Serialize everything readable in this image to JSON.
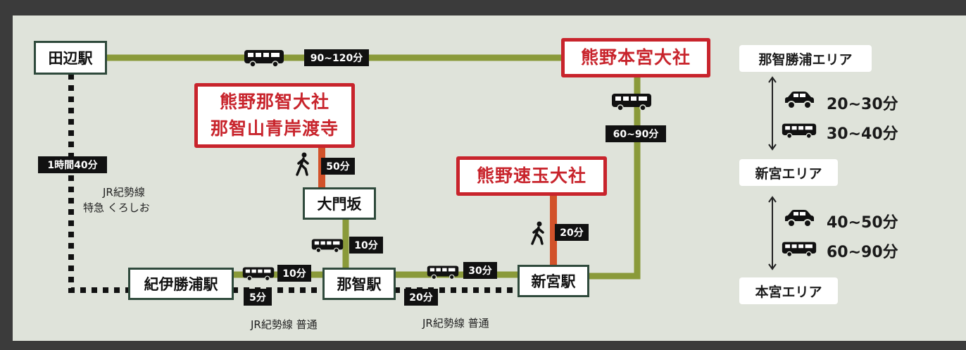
{
  "stations": {
    "tanabe": "田辺駅",
    "kiikatsuura": "紀伊勝浦駅",
    "nachi": "那智駅",
    "shingu": "新宮駅",
    "daimonzaka": "大門坂"
  },
  "shrines": {
    "hongu": "熊野本宮大社",
    "nachi_line1": "熊野那智大社",
    "nachi_line2": "那智山青岸渡寺",
    "hayatama": "熊野速玉大社"
  },
  "times": {
    "tanabe_hongu_bus": "90~120分",
    "hongu_shingu_bus": "60~90分",
    "jr_tanabe_katsuura": "1時間40分",
    "walk_daimonzaka_nachitaisha": "50分",
    "bus_nachi_daimonzaka": "10分",
    "bus_katsuura_nachi": "10分",
    "jr_katsuura_nachi": "5分",
    "bus_nachi_shingu": "30分",
    "jr_nachi_shingu": "20分",
    "walk_shingu_hayatama": "20分"
  },
  "notes": {
    "jr_limited_line1": "JR紀勢線",
    "jr_limited_line2": "特急 くろしお",
    "jr_local_1": "JR紀勢線 普通",
    "jr_local_2": "JR紀勢線 普通"
  },
  "legend": {
    "area_nachikatsuura": "那智勝浦エリア",
    "area_shingu": "新宮エリア",
    "area_hongu": "本宮エリア",
    "car_1": "20~30分",
    "bus_1": "30~40分",
    "car_2": "40~50分",
    "bus_2": "60~90分"
  },
  "colors": {
    "bus_route": "#8a9a3a",
    "walk_route": "#d2522a",
    "shrine_red": "#c8242c",
    "station_border": "#2f4a3c",
    "panel_bg": "#dfe3da"
  }
}
